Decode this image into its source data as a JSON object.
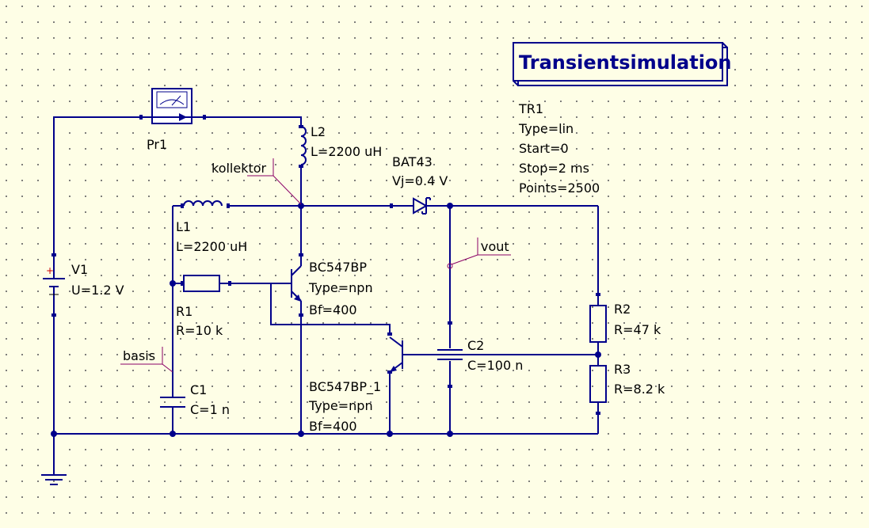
{
  "title": "Transientsimulation",
  "simulation": {
    "name": "TR1",
    "type": "Type=lin",
    "start": "Start=0",
    "stop": "Stop=2 ms",
    "points": "Points=2500"
  },
  "components": {
    "v1": {
      "name": "V1",
      "value": "U=1.2 V",
      "plus": "+"
    },
    "pr1": {
      "name": "Pr1"
    },
    "l1": {
      "name": "L1",
      "value": "L=2200 uH"
    },
    "l2": {
      "name": "L2",
      "value": "L=2200 uH"
    },
    "r1": {
      "name": "R1",
      "value": "R=10 k"
    },
    "r2": {
      "name": "R2",
      "value": "R=47 k"
    },
    "r3": {
      "name": "R3",
      "value": "R=8.2 k"
    },
    "c1": {
      "name": "C1",
      "value": "C=1 n"
    },
    "c2": {
      "name": "C2",
      "value": "C=100 n"
    },
    "d1": {
      "name": "BAT43",
      "value": "Vj=0.4 V"
    },
    "t1": {
      "name": "BC547BP",
      "type": "Type=npn",
      "bf": "Bf=400"
    },
    "t2": {
      "name": "BC547BP_1",
      "type": "Type=npn",
      "bf": "Bf=400"
    }
  },
  "net_labels": {
    "kollektor": "kollektor",
    "basis": "basis",
    "vout": "vout"
  }
}
